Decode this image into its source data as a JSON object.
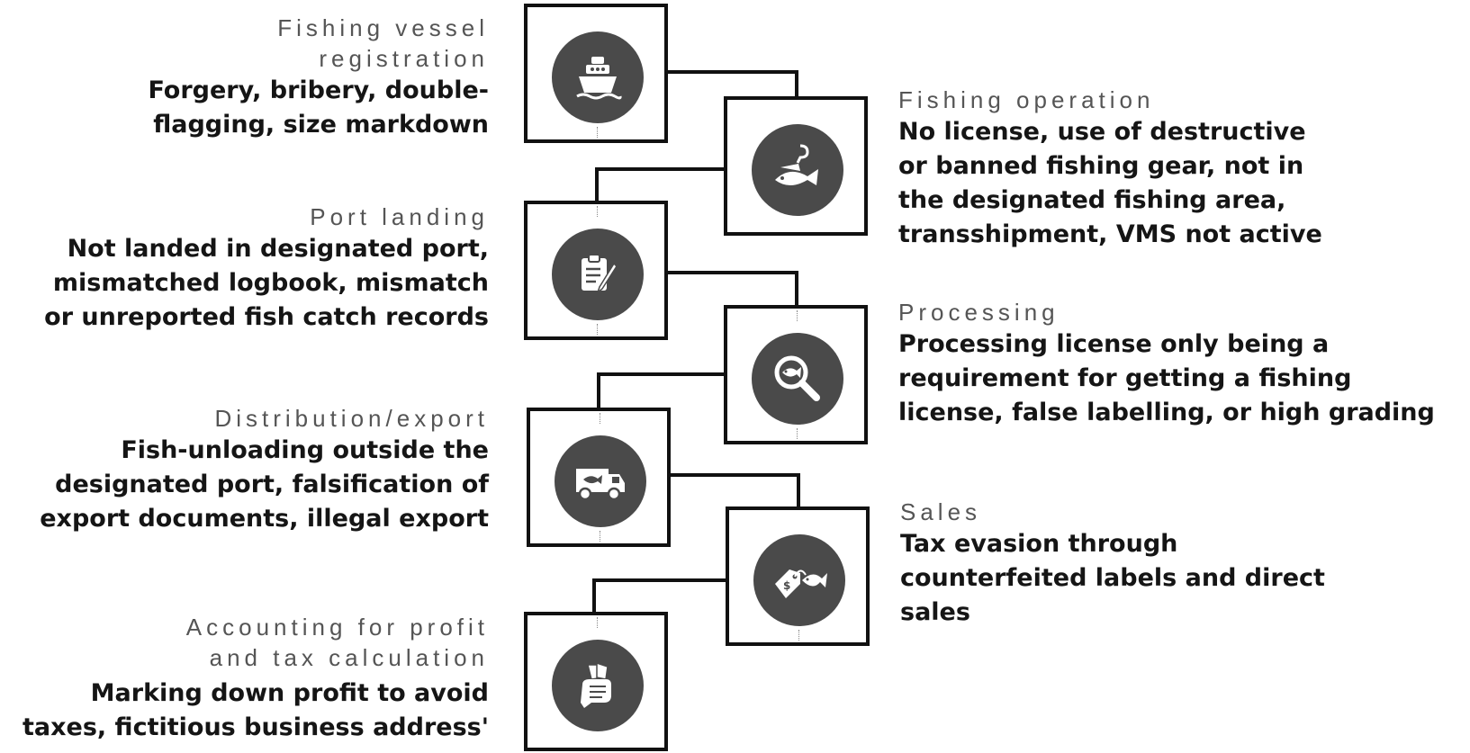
{
  "stages": [
    {
      "id": "vessel",
      "name": "Fishing vessel registration",
      "name_lines": [
        "Fishing vessel",
        "registration"
      ],
      "desc_lines": [
        "Forgery, bribery, double-",
        "flagging, size markdown"
      ],
      "icon": "ship-icon"
    },
    {
      "id": "operation",
      "name": "Fishing operation",
      "name_lines": [
        "Fishing operation"
      ],
      "desc_lines": [
        "No license, use of destructive",
        "or banned fishing gear, not in",
        "the designated fishing area,",
        "transshipment, VMS not active"
      ],
      "icon": "fish-hook-icon"
    },
    {
      "id": "port",
      "name": "Port landing",
      "name_lines": [
        "Port landing"
      ],
      "desc_lines": [
        "Not landed in designated port,",
        "mismatched logbook, mismatch",
        "or unreported fish catch records"
      ],
      "icon": "clipboard-icon"
    },
    {
      "id": "processing",
      "name": "Processing",
      "name_lines": [
        "Processing"
      ],
      "desc_lines": [
        "Processing license only being a",
        "requirement for getting a fishing",
        "license, false labelling, or high grading"
      ],
      "icon": "magnifier-fish-icon"
    },
    {
      "id": "distribution",
      "name": "Distribution/export",
      "name_lines": [
        "Distribution/export"
      ],
      "desc_lines": [
        "Fish-unloading outside the",
        "designated port, falsification of",
        "export documents, illegal export"
      ],
      "icon": "van-icon"
    },
    {
      "id": "sales",
      "name": "Sales",
      "name_lines": [
        "Sales"
      ],
      "desc_lines": [
        "Tax evasion through",
        "counterfeited labels and direct",
        "sales"
      ],
      "icon": "price-tag-fish-icon"
    },
    {
      "id": "accounting",
      "name": "Accounting for profit and tax calculation",
      "name_lines": [
        "Accounting for profit",
        "and tax calculation"
      ],
      "desc_lines": [
        "Marking down profit to avoid",
        "taxes, fictitious business address'"
      ],
      "icon": "hand-money-icon"
    }
  ],
  "colors": {
    "box_border": "#111111",
    "circle": "#4a4a4a",
    "stage_text": "#555555",
    "desc_text": "#151515"
  }
}
